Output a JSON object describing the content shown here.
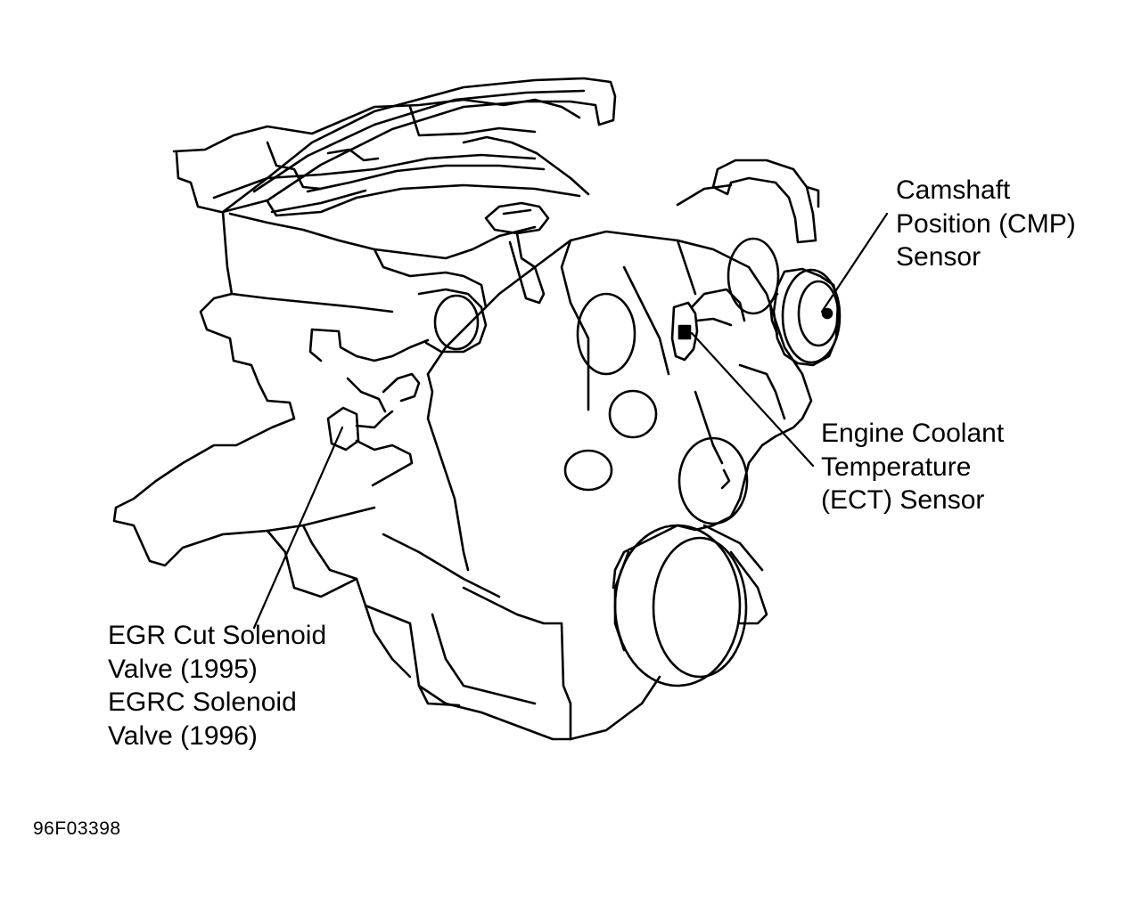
{
  "labels": {
    "cmp_sensor": [
      "Camshaft",
      "Position (CMP)",
      "Sensor"
    ],
    "ect_sensor": [
      "Engine Coolant",
      "Temperature",
      "(ECT) Sensor"
    ],
    "egr_valve": [
      "EGR Cut Solenoid",
      "Valve (1995)",
      "EGRC Solenoid",
      "Valve (1996)"
    ]
  },
  "figure_id": "96F03398",
  "colors": {
    "ink": "#000000",
    "paper": "#ffffff"
  }
}
